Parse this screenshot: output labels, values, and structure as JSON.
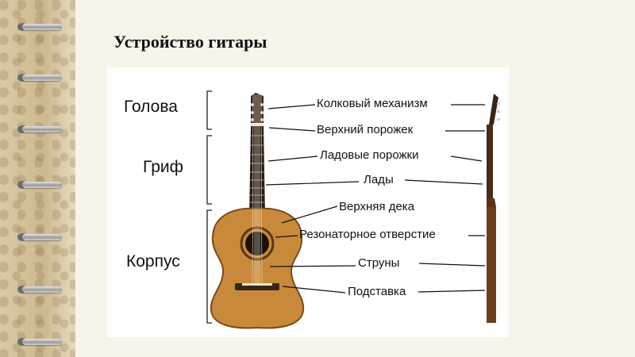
{
  "slide": {
    "title": "Устройство гитары"
  },
  "diagram": {
    "sections": [
      "Голова",
      "Гриф",
      "Корпус"
    ],
    "parts": [
      "Колковый механизм",
      "Верхний порожек",
      "Ладовые порожки",
      "Лады",
      "Верхняя дека",
      "Резонаторное отверстие",
      "Струны",
      "Подставка"
    ]
  },
  "colors": {
    "body": "#c88a3a",
    "body_edge": "#7a4a1a",
    "neck": "#3a2418",
    "background": "#f8f4ea"
  }
}
